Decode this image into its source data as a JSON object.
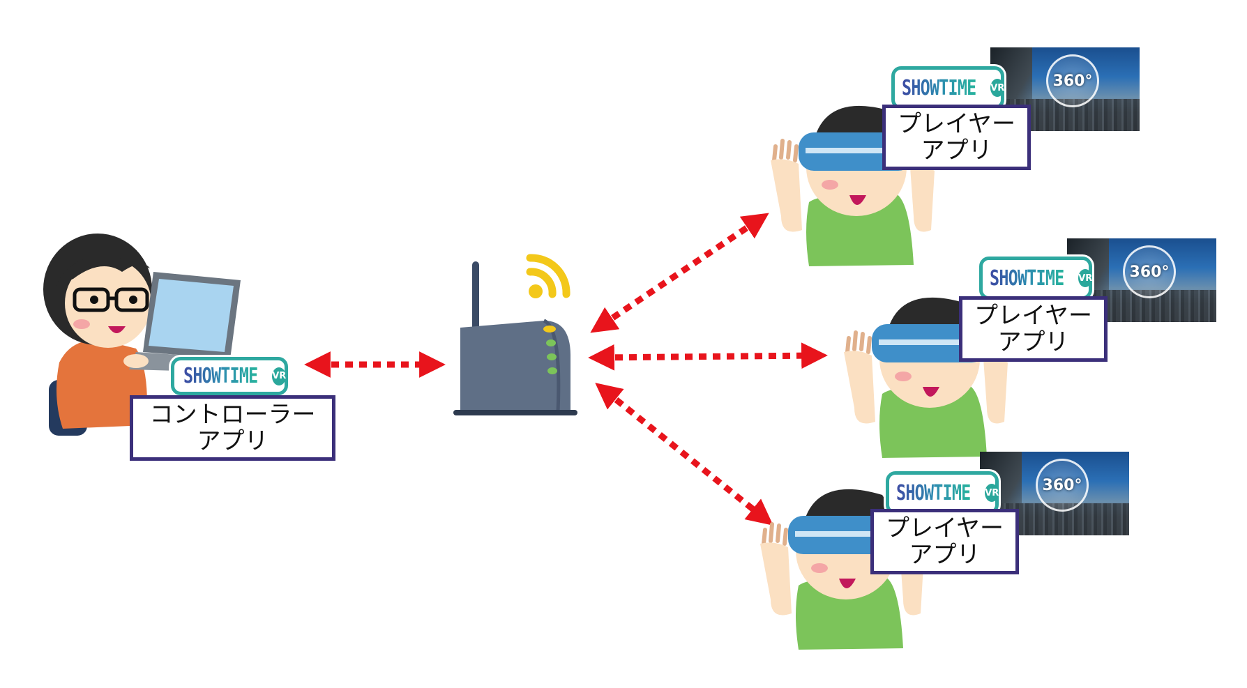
{
  "controller": {
    "badge": {
      "text": "SHOWTIME",
      "vr": "VR"
    },
    "label_line1": "コントローラー",
    "label_line2": "アプリ"
  },
  "players": [
    {
      "badge": {
        "text": "SHOWTIME",
        "vr": "VR"
      },
      "label_line1": "プレイヤー",
      "label_line2": "アプリ",
      "pano_text": "360°"
    },
    {
      "badge": {
        "text": "SHOWTIME",
        "vr": "VR"
      },
      "label_line1": "プレイヤー",
      "label_line2": "アプリ",
      "pano_text": "360°"
    },
    {
      "badge": {
        "text": "SHOWTIME",
        "vr": "VR"
      },
      "label_line1": "プレイヤー",
      "label_line2": "アプリ",
      "pano_text": "360°"
    }
  ],
  "colors": {
    "arrow": "#e8141c",
    "label_border": "#3b2f7a",
    "badge_border": "#2ea8a0",
    "shirt": "#7cc45a",
    "headset": "#3f8fc9",
    "laptop_screen": "#a9d4f0",
    "router_body": "#5f6f86",
    "wifi": "#f3c81a",
    "skin": "#fbe0c2",
    "hair": "#2a2a2a"
  },
  "icons": [
    "laptop-user-illustration",
    "wifi-router-icon",
    "vr-headset-user-illustration",
    "panorama-thumbnail"
  ]
}
